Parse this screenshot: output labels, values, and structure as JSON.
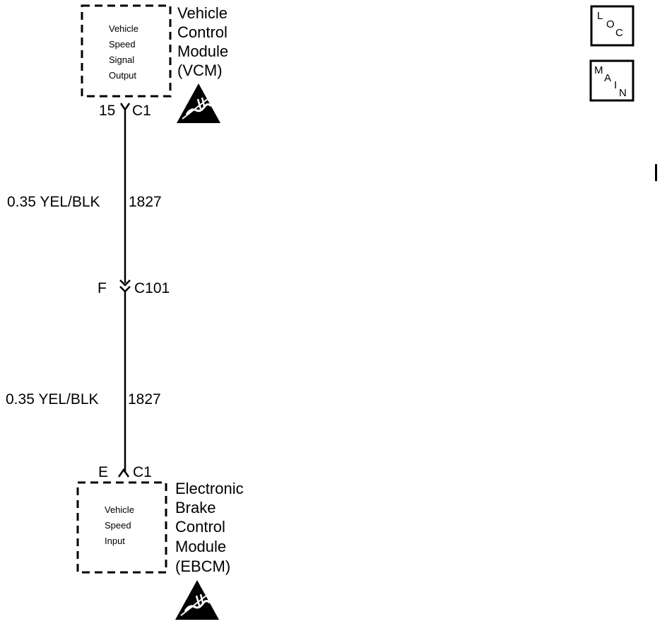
{
  "top_module": {
    "inner_lines": [
      "Vehicle",
      "Speed",
      "Signal",
      "Output"
    ],
    "name_lines": [
      "Vehicle",
      "Control",
      "Module",
      "(VCM)"
    ]
  },
  "top_connector": {
    "pin": "15",
    "connector": "C1"
  },
  "wire_upper": {
    "gauge_color": "0.35 YEL/BLK",
    "circuit": "1827"
  },
  "inline_connector": {
    "pin": "F",
    "connector": "C101"
  },
  "wire_lower": {
    "gauge_color": "0.35 YEL/BLK",
    "circuit": "1827"
  },
  "bottom_connector": {
    "pin": "E",
    "connector": "C1"
  },
  "bottom_module": {
    "inner_lines": [
      "Vehicle",
      "Speed",
      "Input"
    ],
    "name_lines": [
      "Electronic",
      "Brake",
      "Control",
      "Module",
      "(EBCM)"
    ]
  },
  "loc_icon": {
    "letters": [
      "L",
      "O",
      "C"
    ]
  },
  "main_icon": {
    "letters": [
      "M",
      "A",
      "I",
      "N"
    ]
  }
}
